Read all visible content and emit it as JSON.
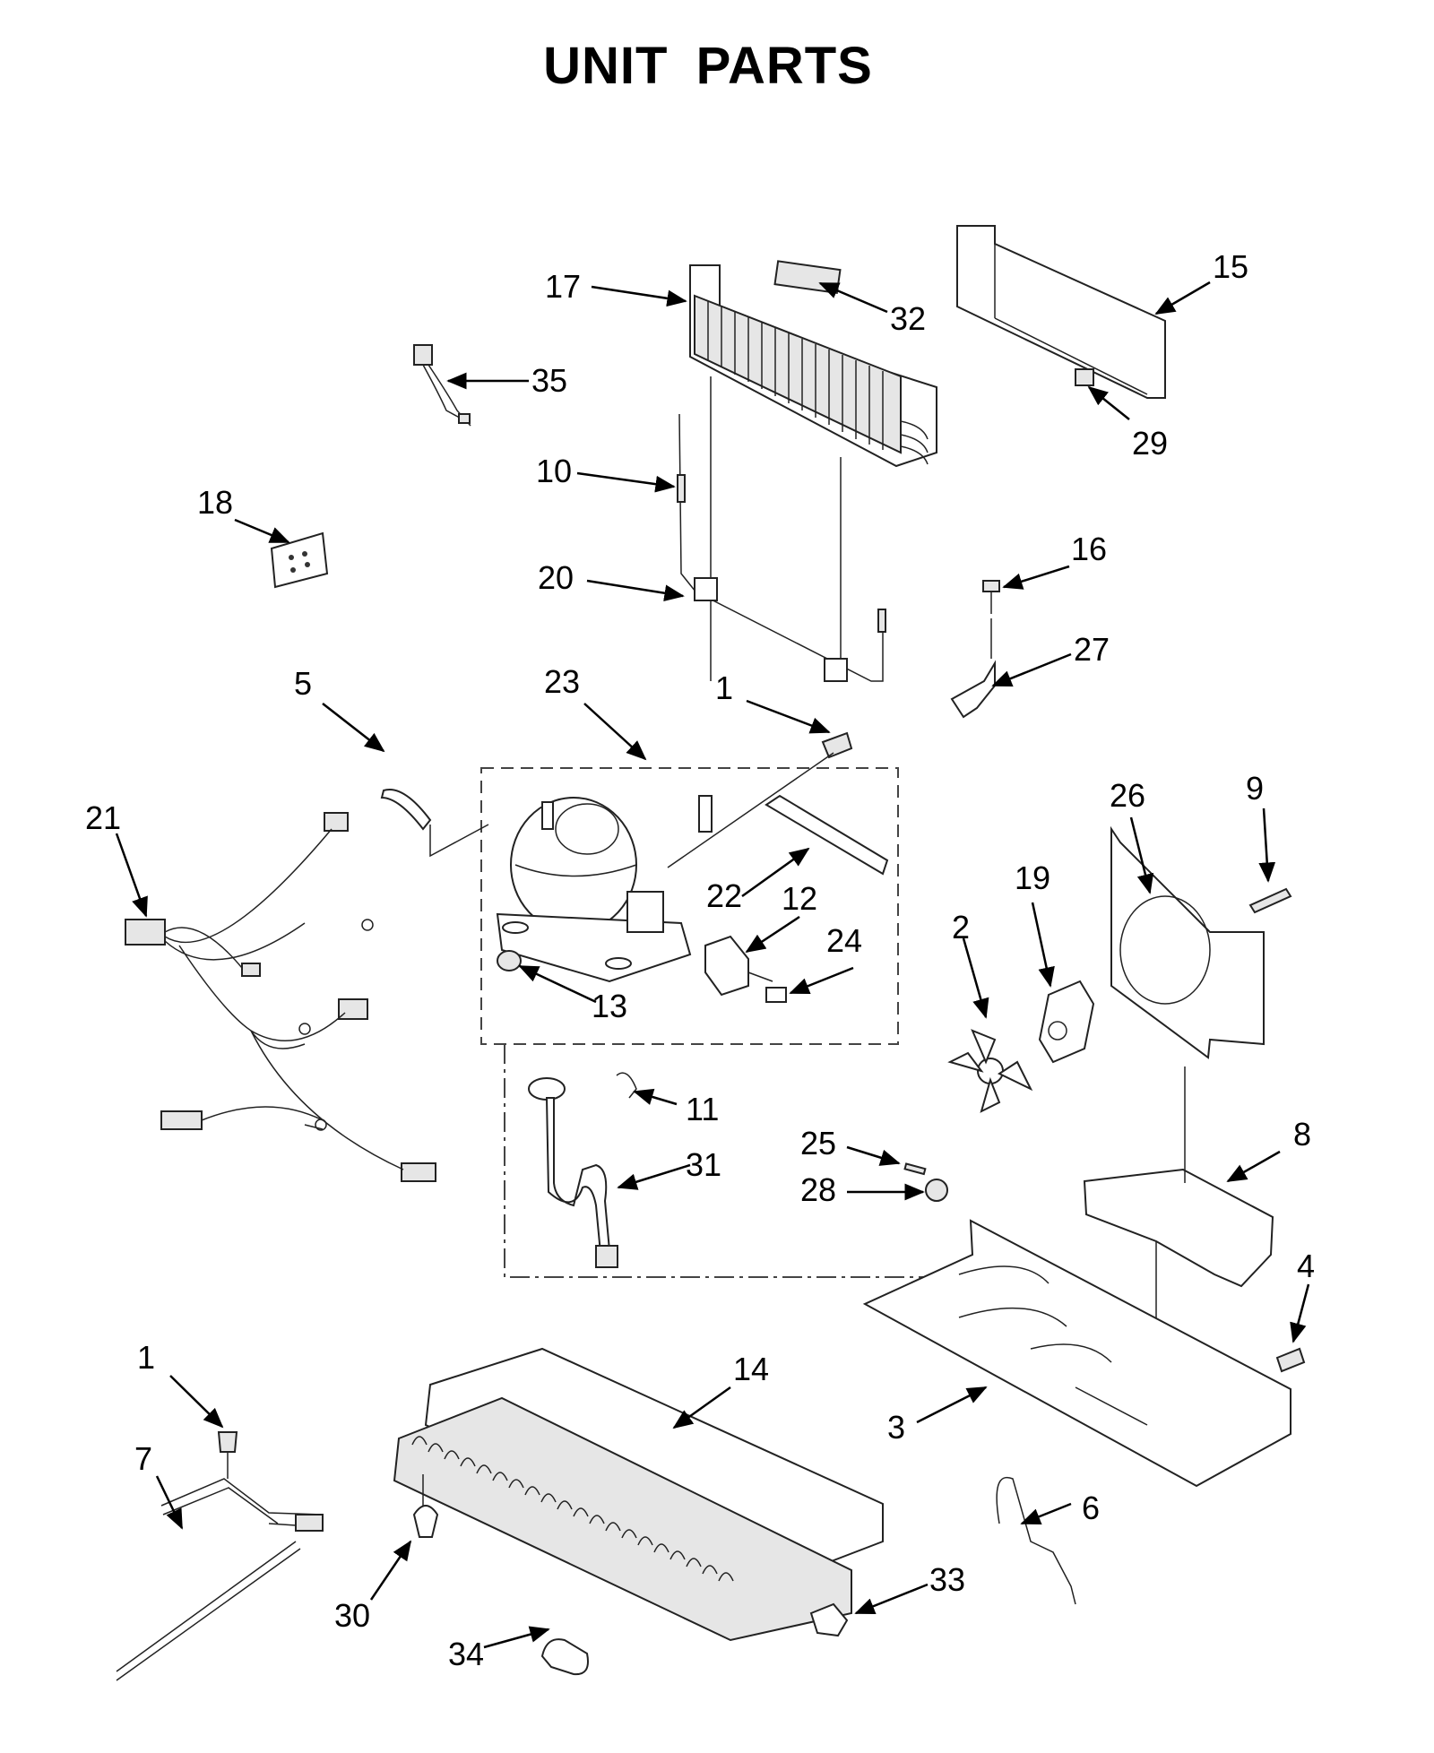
{
  "title": "UNIT PARTS",
  "callouts": [
    {
      "id": "c17",
      "label": "17"
    },
    {
      "id": "c32",
      "label": "32"
    },
    {
      "id": "c15",
      "label": "15"
    },
    {
      "id": "c35",
      "label": "35"
    },
    {
      "id": "c29",
      "label": "29"
    },
    {
      "id": "c10",
      "label": "10"
    },
    {
      "id": "c18",
      "label": "18"
    },
    {
      "id": "c16",
      "label": "16"
    },
    {
      "id": "c20",
      "label": "20"
    },
    {
      "id": "c27",
      "label": "27"
    },
    {
      "id": "c5",
      "label": "5"
    },
    {
      "id": "c23",
      "label": "23"
    },
    {
      "id": "c1a",
      "label": "1"
    },
    {
      "id": "c9",
      "label": "9"
    },
    {
      "id": "c26",
      "label": "26"
    },
    {
      "id": "c21",
      "label": "21"
    },
    {
      "id": "c22",
      "label": "22"
    },
    {
      "id": "c12",
      "label": "12"
    },
    {
      "id": "c19",
      "label": "19"
    },
    {
      "id": "c2",
      "label": "2"
    },
    {
      "id": "c24",
      "label": "24"
    },
    {
      "id": "c13",
      "label": "13"
    },
    {
      "id": "c11",
      "label": "11"
    },
    {
      "id": "c31",
      "label": "31"
    },
    {
      "id": "c25",
      "label": "25"
    },
    {
      "id": "c8",
      "label": "8"
    },
    {
      "id": "c28",
      "label": "28"
    },
    {
      "id": "c4",
      "label": "4"
    },
    {
      "id": "c1b",
      "label": "1"
    },
    {
      "id": "c14",
      "label": "14"
    },
    {
      "id": "c7",
      "label": "7"
    },
    {
      "id": "c3",
      "label": "3"
    },
    {
      "id": "c6",
      "label": "6"
    },
    {
      "id": "c33",
      "label": "33"
    },
    {
      "id": "c30",
      "label": "30"
    },
    {
      "id": "c34",
      "label": "34"
    }
  ]
}
